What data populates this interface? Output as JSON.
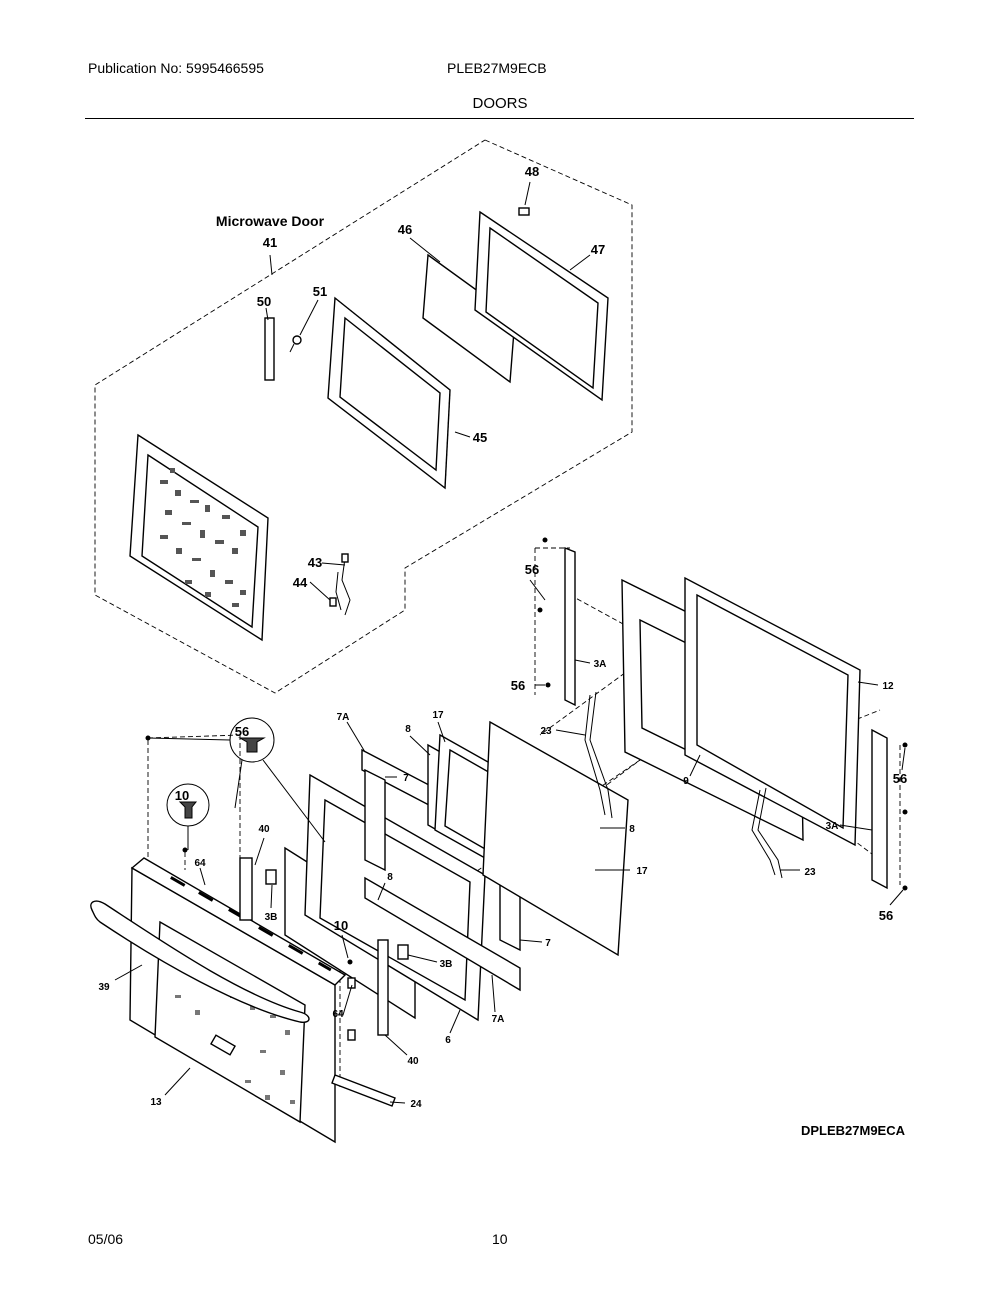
{
  "header": {
    "publication": "Publication No: 5995466595",
    "model": "PLEB27M9ECB",
    "section_title": "DOORS"
  },
  "diagram": {
    "section_label": "Microwave Door",
    "diagram_code": "DPLEB27M9ECA",
    "callouts": {
      "p48": "48",
      "p47": "47",
      "p46": "46",
      "p41": "41",
      "p50": "50",
      "p51": "51",
      "p45": "45",
      "p43": "43",
      "p44": "44",
      "p56a": "56",
      "p3Aa": "3A",
      "p56b": "56",
      "p12": "12",
      "p23a": "23",
      "p9": "9",
      "p56c": "56",
      "p3Ab": "3A",
      "p23b": "23",
      "p56d": "56",
      "p7Aa": "7A",
      "p8a": "8",
      "p17a": "17",
      "p7a": "7",
      "p8b": "8",
      "p17b": "17",
      "p7b": "7",
      "p7Ab": "7A",
      "p8c": "8",
      "p56e": "56",
      "p10a": "10",
      "p40a": "40",
      "p64a": "64",
      "p3Ba": "3B",
      "p39": "39",
      "p10b": "10",
      "p3Bb": "3B",
      "p64b": "64",
      "p6": "6",
      "p40b": "40",
      "p13": "13",
      "p24": "24"
    }
  },
  "footer": {
    "date": "05/06",
    "page": "10"
  }
}
